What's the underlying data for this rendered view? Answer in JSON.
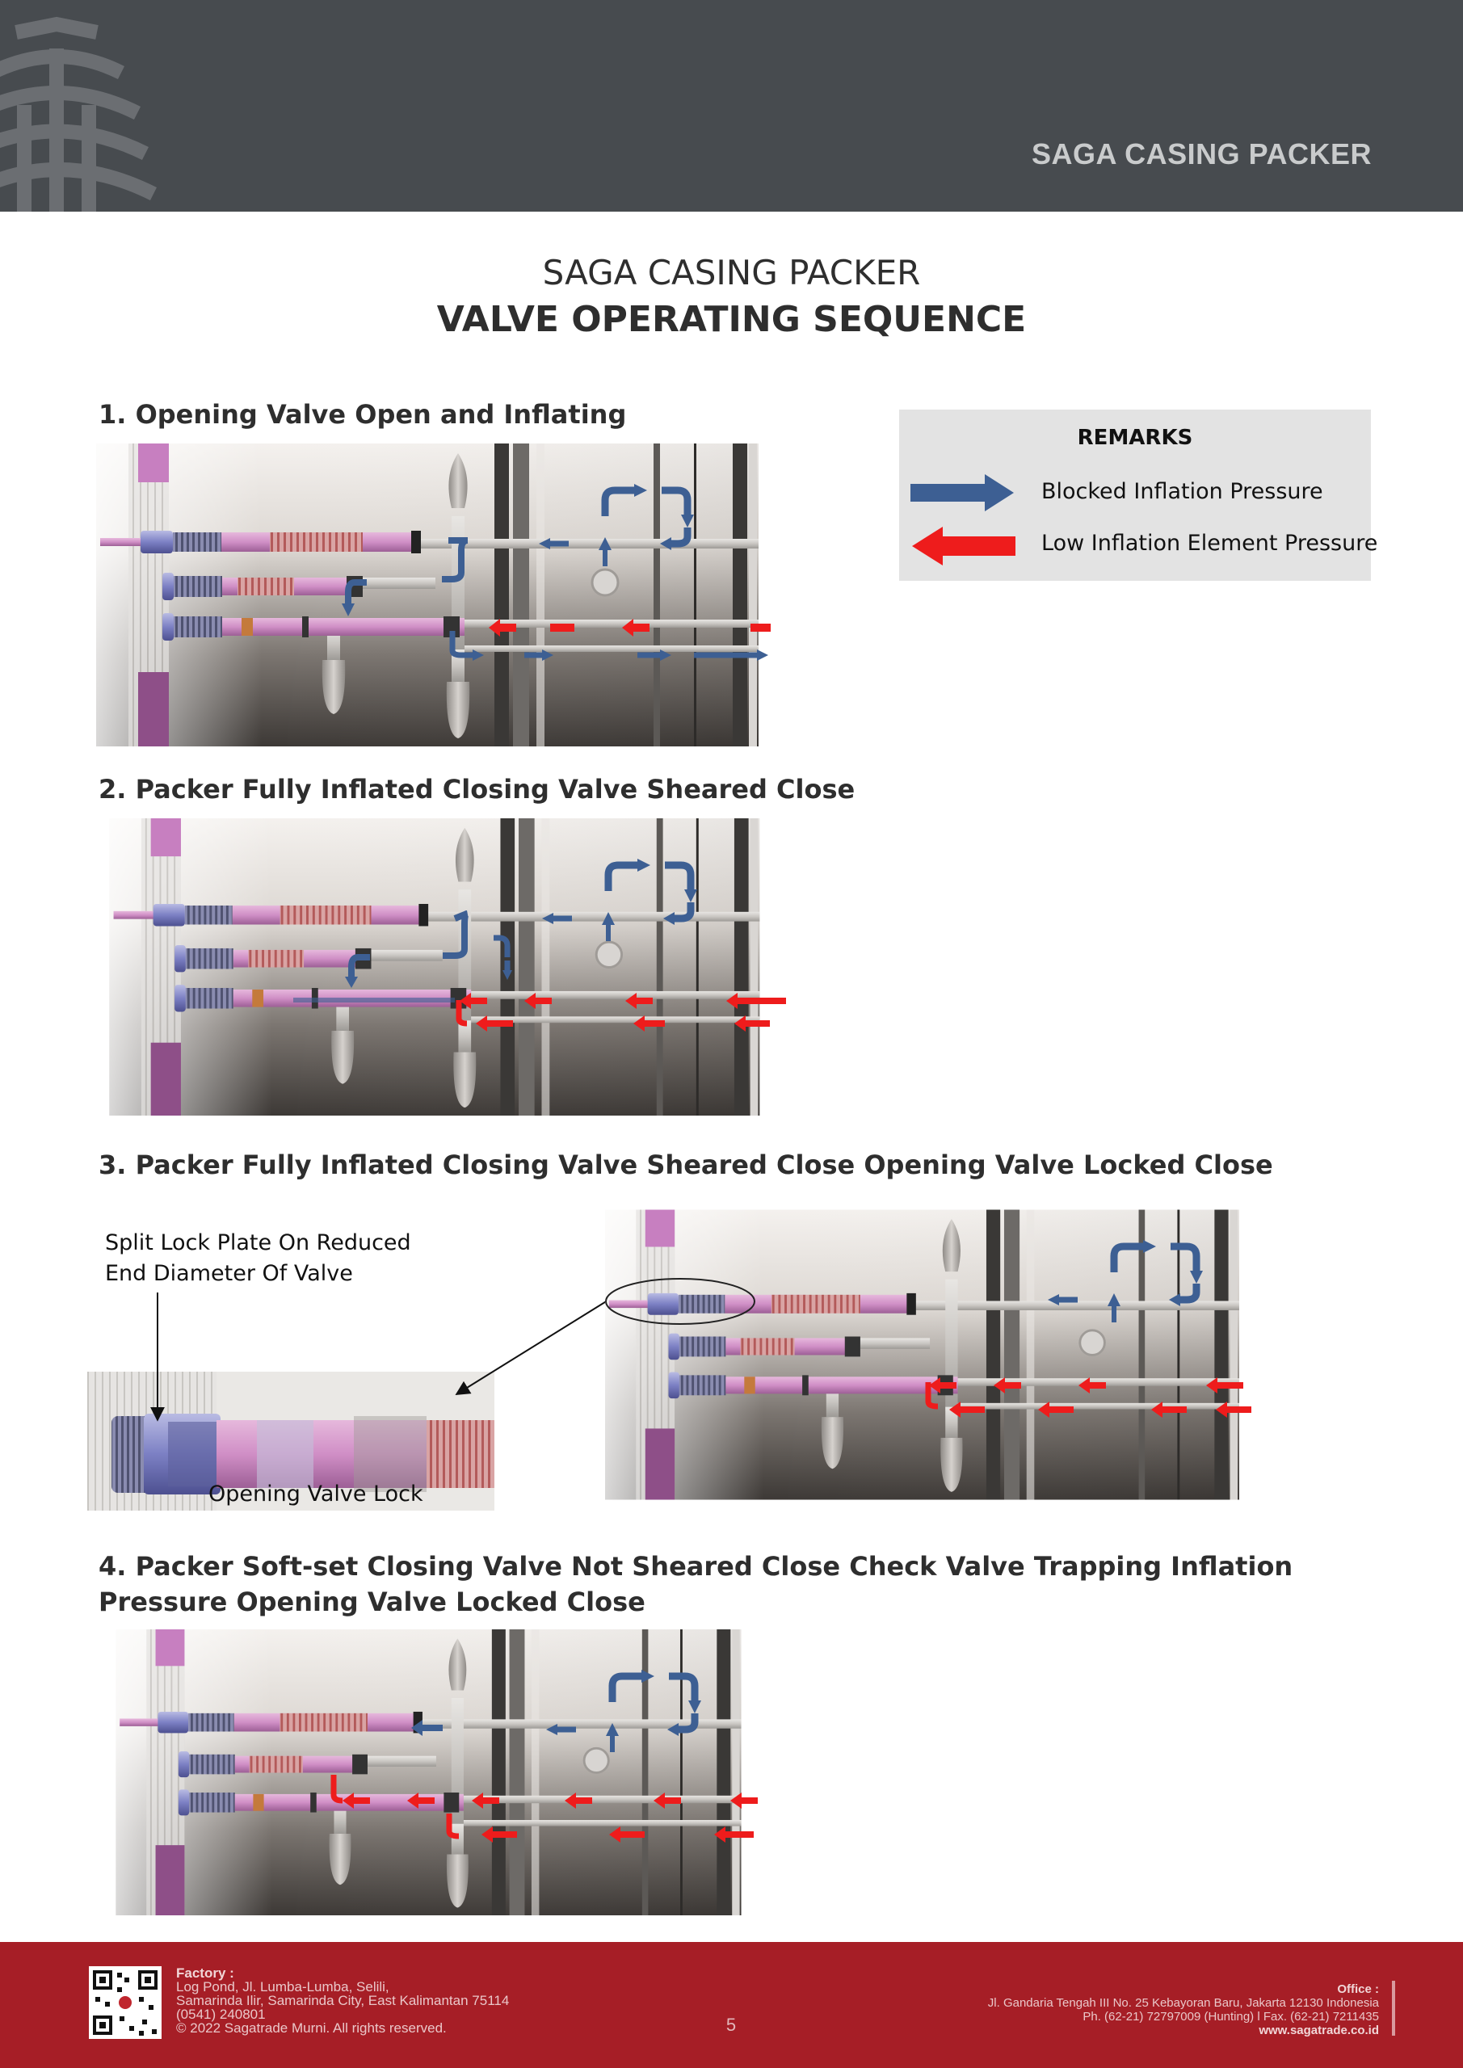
{
  "header": {
    "brand": "SAGA CASING PACKER"
  },
  "titles": {
    "line1": "SAGA CASING PACKER",
    "line2": "VALVE OPERATING SEQUENCE"
  },
  "remarks": {
    "title": "REMARKS",
    "blue_label": "Blocked Inflation Pressure",
    "red_label": "Low Inflation Element Pressure",
    "blue_color": "#3d5f93",
    "red_color": "#ee1c1c"
  },
  "sections": [
    {
      "title": "1. Opening Valve Open and Inflating"
    },
    {
      "title": "2. Packer Fully Inflated Closing Valve Sheared Close"
    },
    {
      "title": "3. Packer Fully Inflated Closing Valve Sheared Close Opening Valve Locked Close"
    },
    {
      "title_line1": "4. Packer Soft-set Closing Valve Not Sheared Close Check Valve Trapping Inflation",
      "title_line2": "Pressure Opening Valve Locked Close"
    }
  ],
  "callout": {
    "line1": "Split Lock Plate On Reduced",
    "line2": "End Diameter Of Valve",
    "lock_label": "Opening Valve Lock"
  },
  "footer": {
    "factory_head": "Factory :",
    "factory_l1": "Log Pond, Jl. Lumba-Lumba, Selili,",
    "factory_l2": "Samarinda Ilir,  Samarinda City, East Kalimantan 75114",
    "factory_l3": "(0541) 240801",
    "copyright": "© 2022 Sagatrade Murni. All rights reserved.",
    "page": "5",
    "office_head": "Office :",
    "office_l1": "Jl. Gandaria Tengah III No. 25 Kebayoran Baru, Jakarta 12130 Indonesia",
    "office_l2": "Ph. (62-21) 72797009 (Hunting) l Fax. (62-21) 7211435",
    "website": "www.sagatrade.co.id"
  }
}
